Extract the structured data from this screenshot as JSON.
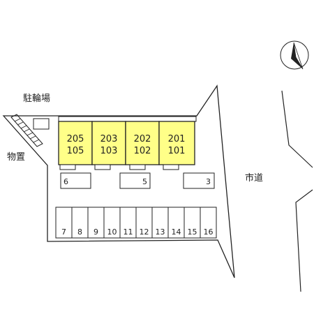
{
  "compass": {
    "icon": "north-arrow-icon"
  },
  "labels": {
    "bicycle_parking": "駐輪場",
    "storage": "物置",
    "city_road": "市道"
  },
  "units": [
    {
      "upper": "205",
      "lower": "105"
    },
    {
      "upper": "203",
      "lower": "103"
    },
    {
      "upper": "202",
      "lower": "102"
    },
    {
      "upper": "201",
      "lower": "101"
    }
  ],
  "front_spaces": [
    "6",
    "5",
    "3"
  ],
  "parking_spaces": [
    "7",
    "8",
    "9",
    "10",
    "11",
    "12",
    "13",
    "14",
    "15",
    "16"
  ],
  "colors": {
    "unit_fill": "#ffff88",
    "line": "#222222"
  }
}
